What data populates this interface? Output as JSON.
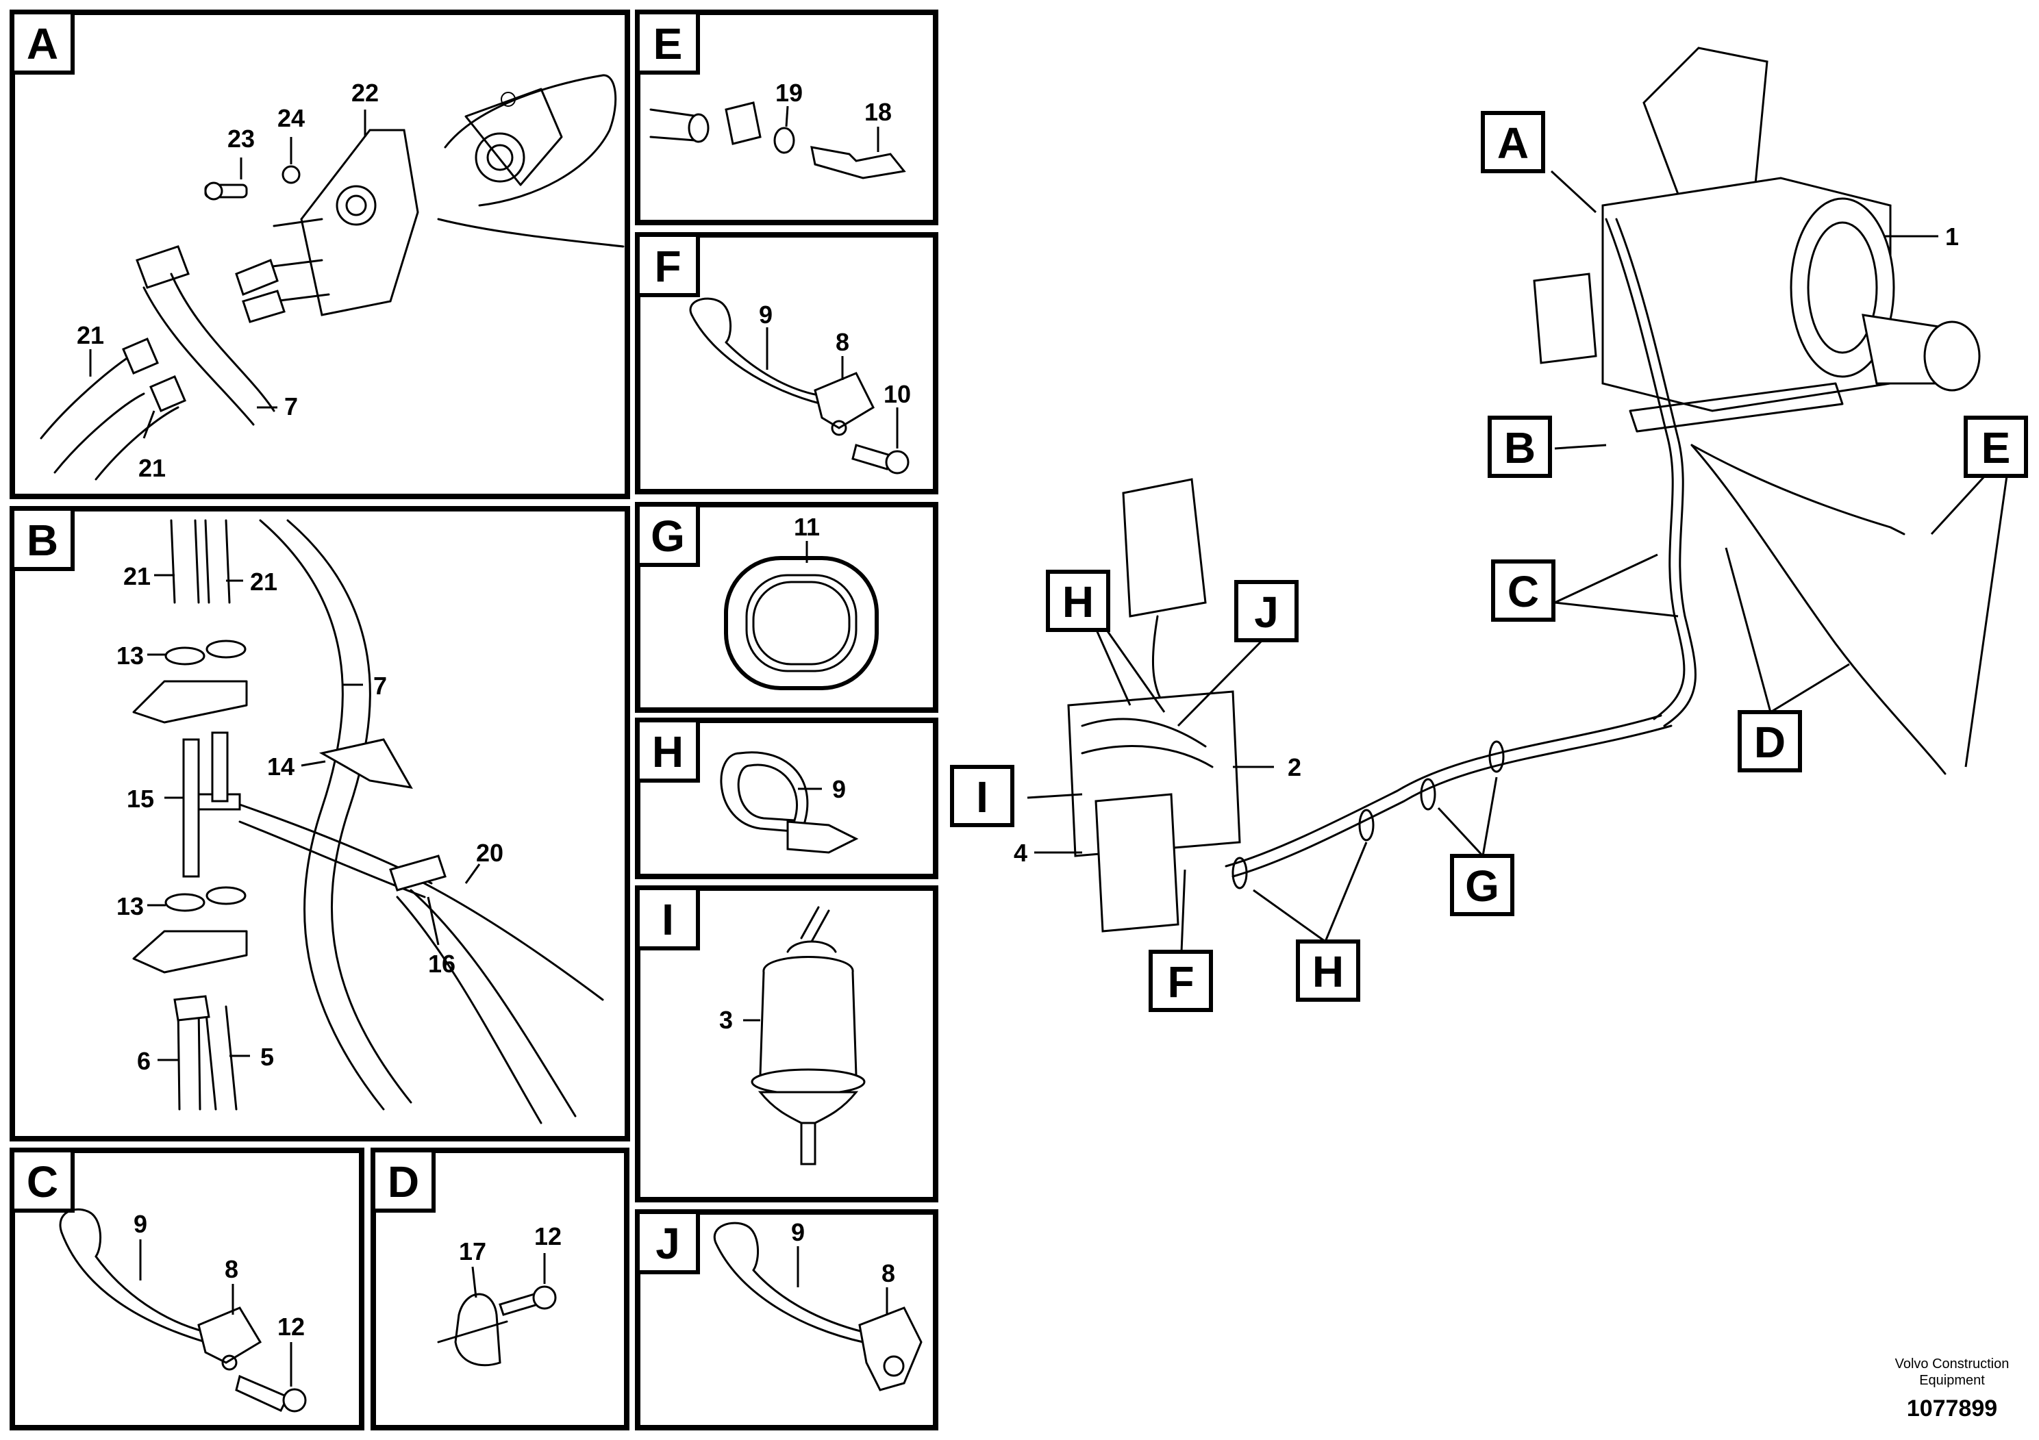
{
  "panels": {
    "A": {
      "tag": "A",
      "labels": [
        "23",
        "24",
        "22",
        "21",
        "7",
        "21"
      ]
    },
    "B": {
      "tag": "B",
      "labels": [
        "21",
        "21",
        "13",
        "7",
        "14",
        "15",
        "20",
        "13",
        "16",
        "6",
        "5"
      ]
    },
    "C": {
      "tag": "C",
      "labels": [
        "9",
        "8",
        "12"
      ]
    },
    "D": {
      "tag": "D",
      "labels": [
        "17",
        "12"
      ]
    },
    "E": {
      "tag": "E",
      "labels": [
        "19",
        "18"
      ]
    },
    "F": {
      "tag": "F",
      "labels": [
        "9",
        "8",
        "10"
      ]
    },
    "G": {
      "tag": "G",
      "labels": [
        "11"
      ]
    },
    "H": {
      "tag": "H",
      "labels": [
        "9"
      ]
    },
    "I": {
      "tag": "I",
      "labels": [
        "3"
      ]
    },
    "J": {
      "tag": "J",
      "labels": [
        "9",
        "8"
      ]
    }
  },
  "overview": {
    "callouts": [
      "A",
      "B",
      "C",
      "D",
      "E",
      "F",
      "G",
      "H",
      "H",
      "I",
      "J"
    ],
    "labels": [
      "1",
      "2",
      "4"
    ]
  },
  "footer": {
    "company_line1": "Volvo Construction",
    "company_line2": "Equipment",
    "drawing_number": "1077899"
  }
}
